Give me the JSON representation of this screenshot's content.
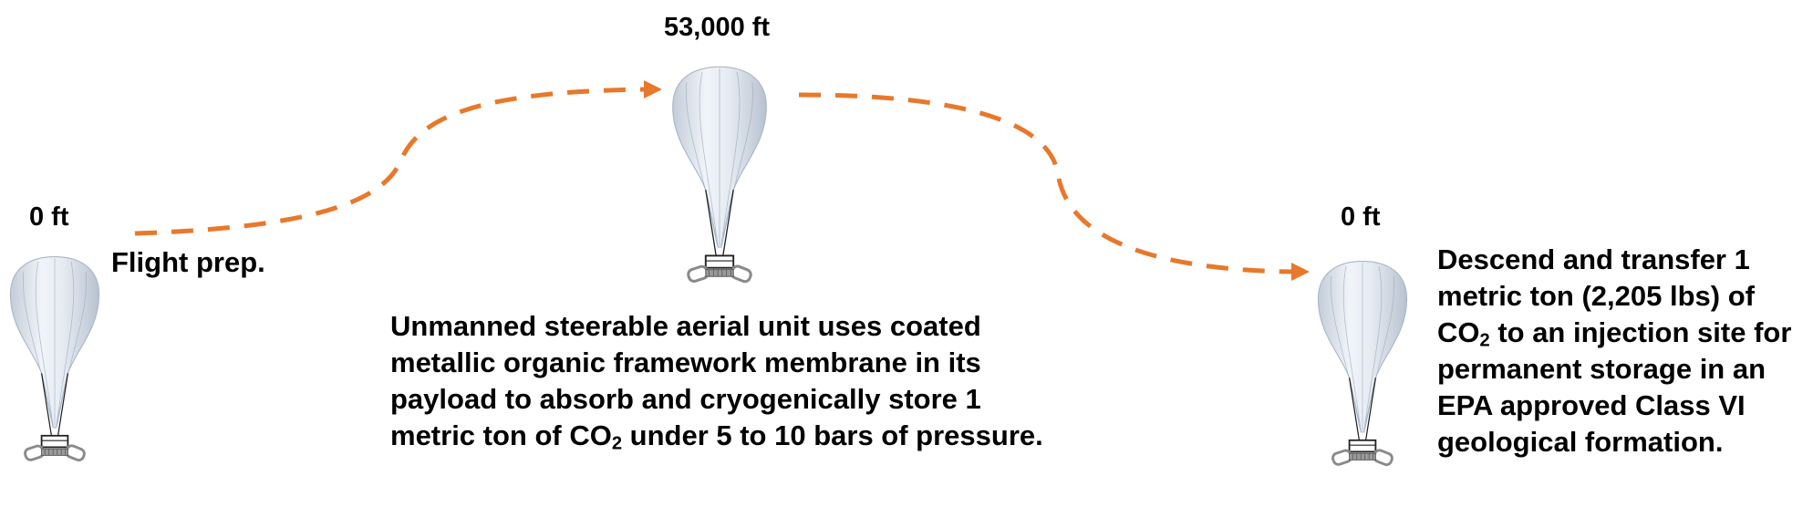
{
  "stages": [
    {
      "altitude": "0 ft",
      "caption": "Flight prep."
    },
    {
      "altitude": "53,000 ft",
      "caption_before": "Unmanned steerable aerial unit uses coated metallic organic framework membrane in its payload to absorb and cryogenically store 1 metric ton of CO",
      "subscript": "2",
      "caption_after": " under 5 to 10 bars of pressure."
    },
    {
      "altitude": "0 ft",
      "caption_before": "Descend and transfer 1 metric ton (2,205 lbs) of CO",
      "subscript": "2",
      "caption_after": " to an injection site for permanent storage in an EPA approved Class VI geological formation."
    }
  ],
  "colors": {
    "path": "#e8782a",
    "balloon_fill": "#dfe6ef",
    "balloon_stroke": "#a9b6c6",
    "payload": "#333333",
    "payload_gray": "#8a8a8a"
  },
  "icons": {
    "balloon": "stratospheric-balloon-icon",
    "payload": "payload-gondola-icon",
    "arrow": "arrowhead-icon"
  }
}
